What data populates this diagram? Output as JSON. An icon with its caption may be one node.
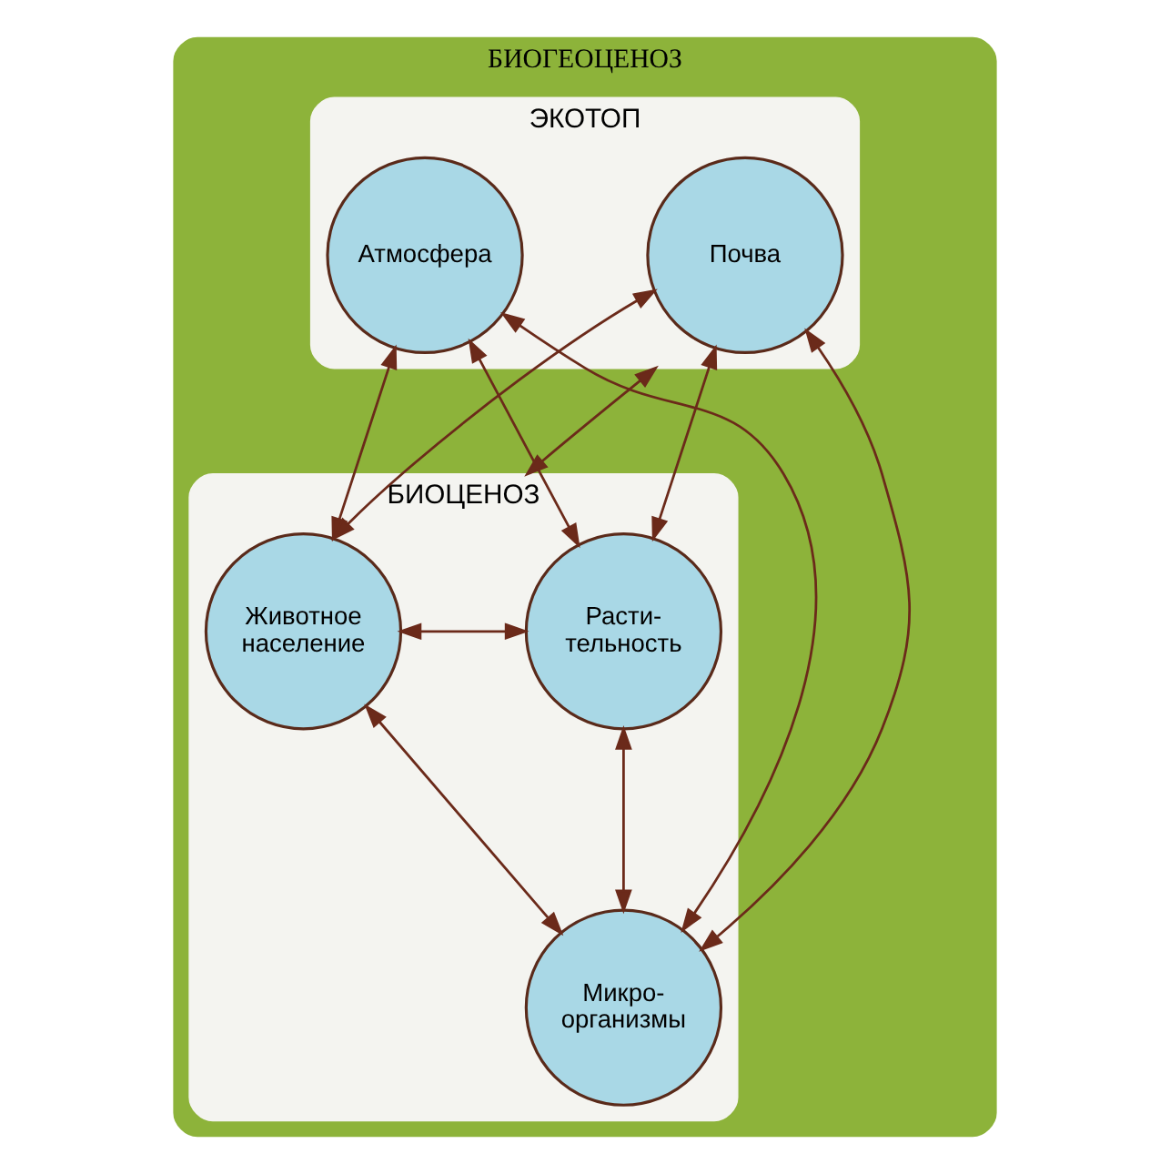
{
  "diagram": {
    "nodes": [
      {
        "text": [
          "БИОГЕОЦЕНОЗ"
        ]
      },
      {
        "text": [
          "ЭКОТОП"
        ],
        "in": 0
      },
      {
        "text": [
          "Атмосфера"
        ],
        "in": 1
      },
      {
        "text": [
          "Почва"
        ],
        "in": 1
      },
      {
        "text": [
          "БИОЦЕНОЗ"
        ],
        "in": 0
      },
      {
        "text": [
          "Расти- тельность"
        ],
        "in": 4
      },
      {
        "text": [
          "Животное население"
        ],
        "in": 4
      },
      {
        "text": [
          "Микро- организмы"
        ],
        "in": 4
      }
    ],
    "edges": [
      {
        "from": 2,
        "to": 5,
        "arrow": "both"
      },
      {
        "from": 2,
        "to": 7,
        "arrow": "both"
      },
      {
        "from": 2,
        "to": 6,
        "arrow": "both"
      },
      {
        "from": 3,
        "to": 5,
        "arrow": "both"
      },
      {
        "from": 3,
        "to": 7,
        "arrow": "both"
      },
      {
        "from": 3,
        "to": 6,
        "arrow": "both"
      },
      {
        "from": 1,
        "to": 4,
        "arrow": "both"
      },
      {
        "from": 5,
        "to": 6,
        "arrow": "both"
      },
      {
        "from": 5,
        "to": 7,
        "arrow": "both"
      },
      {
        "from": 6,
        "to": 7,
        "arrow": "both"
      }
    ]
  }
}
